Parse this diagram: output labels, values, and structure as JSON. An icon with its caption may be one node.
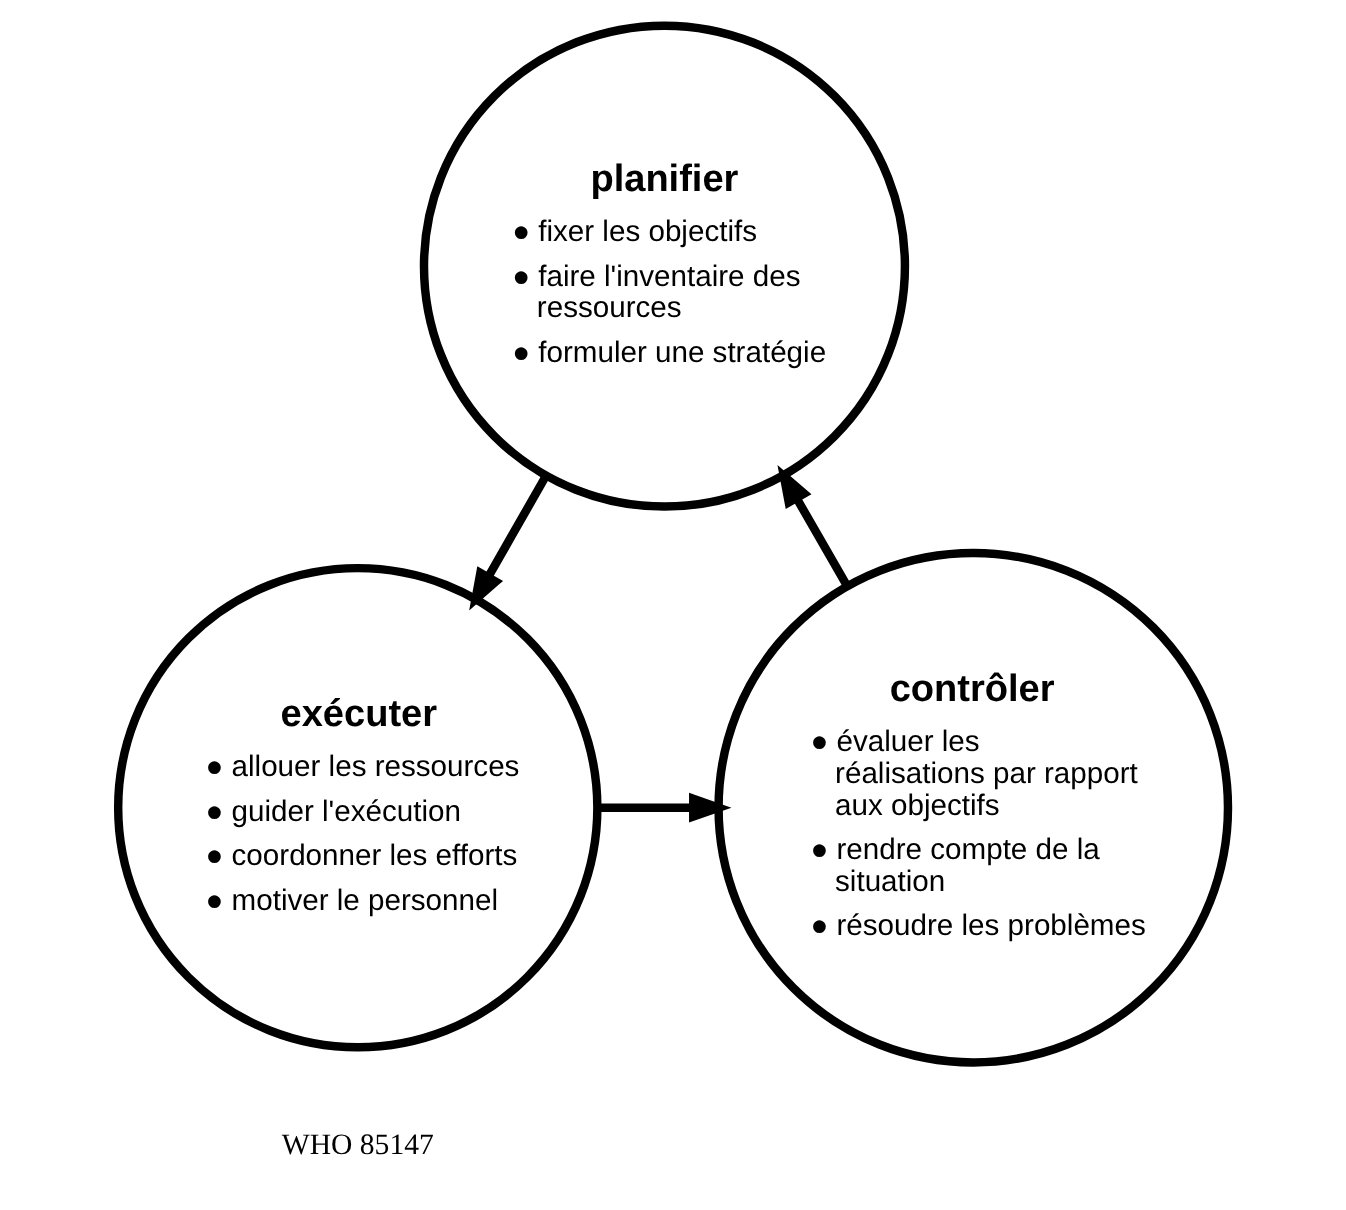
{
  "diagram": {
    "nodes": [
      {
        "text": [
          "planifier",
          "● fixer les objectifs",
          "● faire l'inventaire des ressources",
          "● formuler une stratégie"
        ]
      },
      {
        "text": [
          "exécuter",
          "● allouer les ressources",
          "● guider l'exécution",
          "● coordonner les efforts",
          "● motiver le personnel"
        ]
      },
      {
        "text": [
          "contrôler",
          "● évaluer les réalisations par rapport aux objectifs",
          "● rendre compte de la situation",
          "● résoudre les problèmes"
        ]
      }
    ],
    "edges": [
      {
        "from": 0,
        "to": 1,
        "arrow": "to"
      },
      {
        "from": 1,
        "to": 2,
        "arrow": "to"
      },
      {
        "from": 2,
        "to": 0,
        "arrow": "to"
      }
    ],
    "labels": [
      "WHO 85147"
    ]
  }
}
